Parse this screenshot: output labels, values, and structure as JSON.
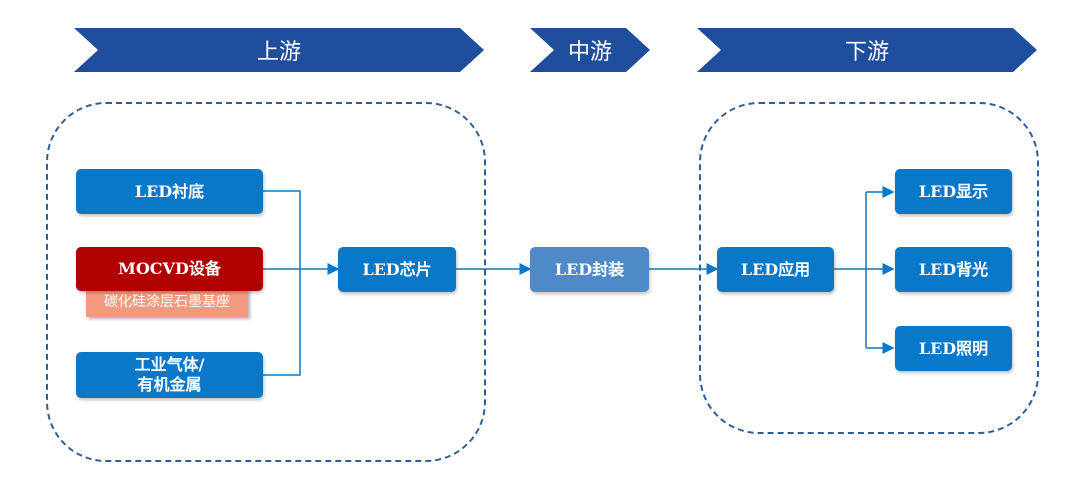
{
  "stages": {
    "upstream": "上游",
    "midstream": "中游",
    "downstream": "下游"
  },
  "upstream_inputs": {
    "substrate": "LED衬底",
    "mocvd": "MOCVD设备",
    "mocvd_note": "碳化硅涂层石墨基座",
    "gas_metal": "工业气体/\n有机金属"
  },
  "chip": "LED芯片",
  "packaging": "LED封装",
  "application": "LED应用",
  "applications": {
    "display": "LED显示",
    "backlight": "LED背光",
    "lighting": "LED照明"
  },
  "colors": {
    "node_blue": "#0a78c8",
    "highlight_red": "#b10000",
    "chevron_navy": "#1f4e9c",
    "note_salmon": "#f39a7e",
    "packaging_blue": "#4f8ac8"
  }
}
